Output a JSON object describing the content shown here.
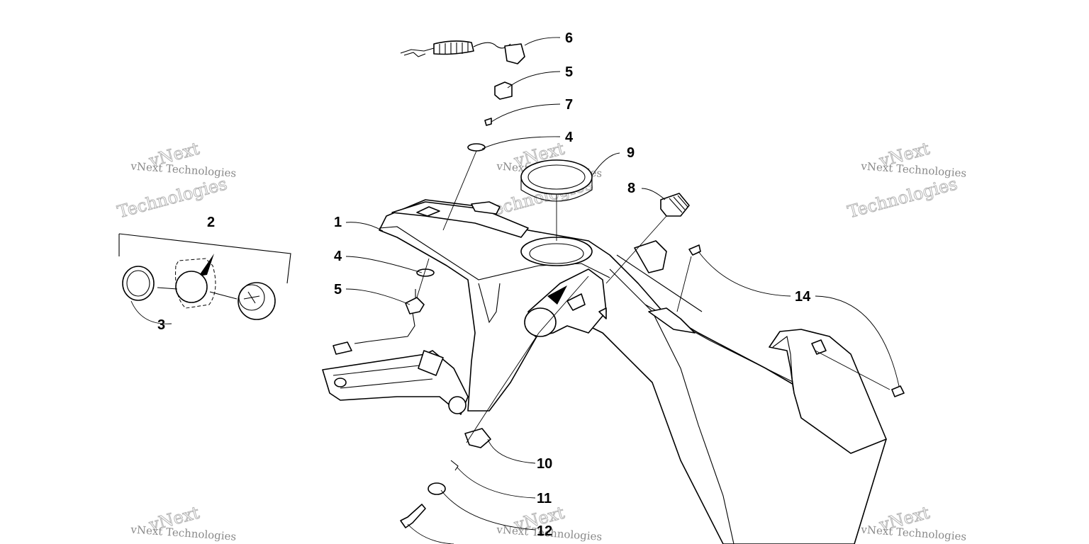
{
  "callouts": {
    "c1": "1",
    "c2": "2",
    "c3": "3",
    "c4a": "4",
    "c4b": "4",
    "c5a": "5",
    "c5b": "5",
    "c6": "6",
    "c7": "7",
    "c8": "8",
    "c9": "9",
    "c10": "10",
    "c11": "11",
    "c12": "12",
    "c14": "14"
  },
  "watermark": {
    "small": "vNext Technologies",
    "big_top": "vNext",
    "big_bottom": "Technologies"
  },
  "colors": {
    "line": "#000000",
    "watermark": "#8a8a8a",
    "background": "#ffffff"
  }
}
